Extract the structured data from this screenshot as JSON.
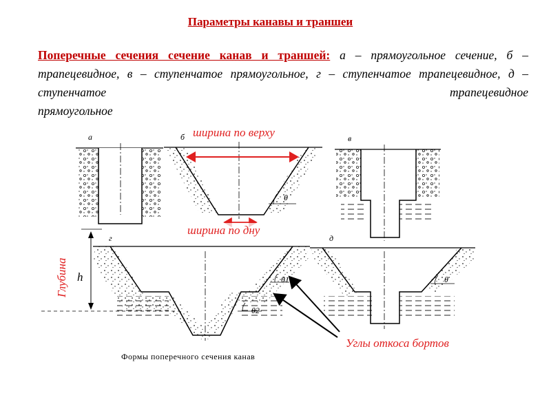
{
  "title": "Параметры канавы и траншеи",
  "caption": {
    "lead": "Поперечные сечения сечение канав и траншей:",
    "line1_rest": " а – прямоугольное",
    "line2": "сечение, б – трапецевидное, в – ступенчатое прямоугольное, г –",
    "line3": "ступенчатое трапецевидное, д – ступенчатое трапецевидное",
    "line4": "прямоугольное"
  },
  "labels": {
    "top_width": "ширина по верху",
    "bottom_width": "ширина по дну",
    "depth": "Глубина",
    "h": "h",
    "slope_angles": "Углы откоса бортов"
  },
  "section_letters": {
    "a": "а",
    "b": "б",
    "v": "в",
    "g": "г",
    "d": "д"
  },
  "angles": {
    "theta": "θ",
    "theta1": "θ1",
    "theta2": "θ2"
  },
  "figure_caption": "Формы поперечного сечения канав",
  "colors": {
    "accent_red": "#e02020",
    "title_red": "#c00000"
  }
}
